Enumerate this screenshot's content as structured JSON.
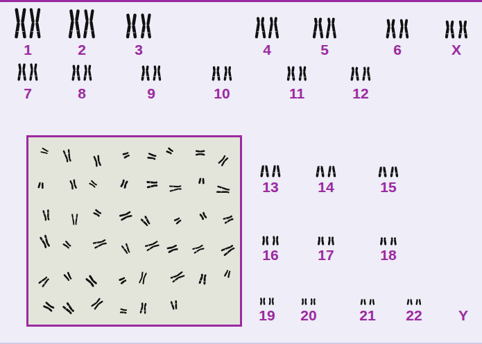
{
  "diagram": {
    "labels": [
      "1",
      "2",
      "3",
      "4",
      "5",
      "6",
      "X",
      "7",
      "8",
      "9",
      "10",
      "11",
      "12",
      "13",
      "14",
      "15",
      "16",
      "17",
      "18",
      "19",
      "20",
      "21",
      "22",
      "Y"
    ]
  }
}
